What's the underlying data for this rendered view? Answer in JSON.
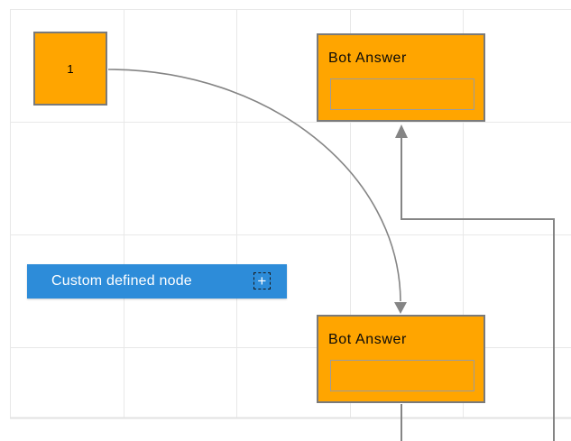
{
  "canvas": {
    "background": "#ffffff",
    "grid_color": "#e8e8e8",
    "page_border_color": "#e2e2e2",
    "connector_color": "#858585"
  },
  "nodes": {
    "start": {
      "label": "1",
      "fill": "#ffa500",
      "border_color": "#7a7a7a"
    },
    "bot_answer_top": {
      "title": "Bot Answer",
      "fill": "#ffa500",
      "border_color": "#7a7a7a",
      "input_value": "",
      "input_placeholder": ""
    },
    "bot_answer_bottom": {
      "title": "Bot Answer",
      "fill": "#ffa500",
      "border_color": "#7a7a7a",
      "input_value": "",
      "input_placeholder": ""
    },
    "custom": {
      "label": "Custom defined node",
      "fill": "#2d8cd9",
      "text_color": "#ffffff",
      "plus_icon": "+"
    }
  }
}
